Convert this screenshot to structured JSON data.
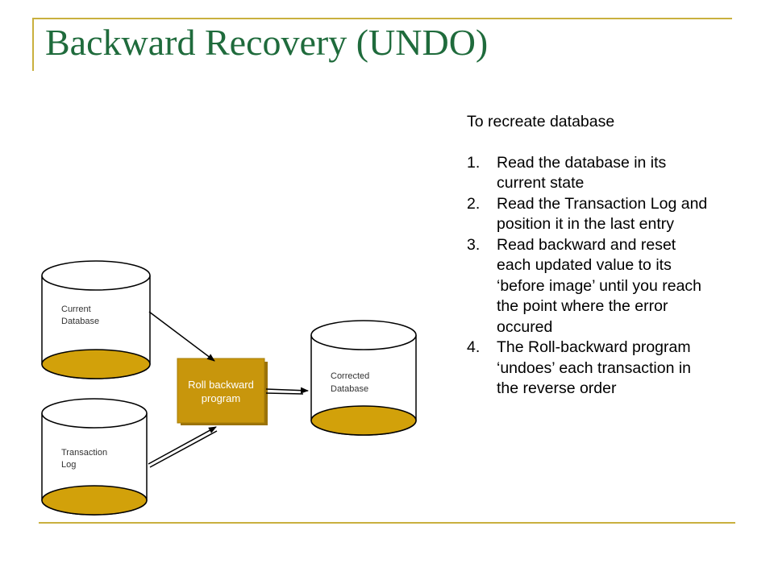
{
  "title": "Backward Recovery (UNDO)",
  "colors": {
    "title": "#1f6b3c",
    "rule": "#c9b03e",
    "cylinder_cap": "#d2a10a",
    "program_box": "#c8960c"
  },
  "diagram": {
    "current_db": {
      "line1": "Current",
      "line2": "Database"
    },
    "transaction_log": {
      "line1": "Transaction",
      "line2": "Log"
    },
    "program": {
      "line1": "Roll backward",
      "line2": "program"
    },
    "corrected_db": {
      "line1": "Corrected",
      "line2": "Database"
    }
  },
  "steps": {
    "heading": "To recreate database",
    "items": [
      {
        "num": "1.",
        "text": "Read the database in its current state"
      },
      {
        "num": "2.",
        "text": "Read the Transaction Log and position it in the last entry"
      },
      {
        "num": "3.",
        "text": "Read backward and reset each updated value to its ‘before image’ until you reach the point where the error occured"
      },
      {
        "num": "4.",
        "text": "The Roll-backward program ‘undoes’ each transaction in the reverse order"
      }
    ]
  }
}
